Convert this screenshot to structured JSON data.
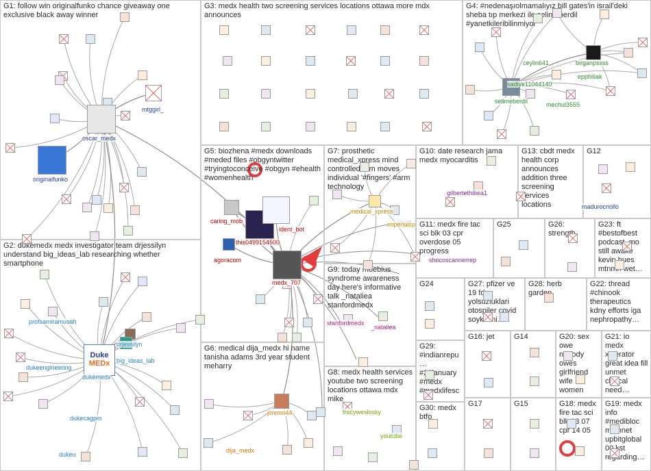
{
  "groups": [
    {
      "id": "G1",
      "title": "G1: follow win originalfunko chance giveaway one exclusive black away winner"
    },
    {
      "id": "G2",
      "title": "G2: dukemedx medx investigator team drjessilyn understand big_ideas_lab researching whether smartphone"
    },
    {
      "id": "G3",
      "title": "G3: medx health two screening services locations ottawa more mdx announces"
    },
    {
      "id": "G4",
      "title": "G4: #nedenaşıolmamalıyız bill gates'in israil'deki sheba tıp merkezi ile selimeberdil #yanetkileribilinmiyor"
    },
    {
      "id": "G5",
      "title": "G5: biozhena #medx downloads #meded files #obgyntwitter #tryingtoconceive #obgyn #ehealth #womenhealth"
    },
    {
      "id": "G6",
      "title": "G6: medical dija_medx hi name tanisha adams 3rd year student meharry"
    },
    {
      "id": "G7",
      "title": "G7: prosthetic medical_xpress mind controlled arm moves individual '#fingers' #arm technology"
    },
    {
      "id": "G8",
      "title": "G8: medx health services youtube two screening locations ottawa mdx mike"
    },
    {
      "id": "G9",
      "title": "G9: today moebius syndrome awareness day here's informative talk _nataliea stanfordmedx"
    },
    {
      "id": "G10",
      "title": "G10: date research jama medx myocarditis"
    },
    {
      "id": "G11",
      "title": "G11: medx fire tac sci blk 03 cpr overdose 05 progress"
    },
    {
      "id": "G12",
      "title": "G12"
    },
    {
      "id": "G13",
      "title": "G13: cbdt medx health corp announces addition three screening services locations"
    },
    {
      "id": "G14",
      "title": "G14"
    },
    {
      "id": "G15",
      "title": "G15"
    },
    {
      "id": "G16",
      "title": "G16: jet"
    },
    {
      "id": "G17",
      "title": "G17"
    },
    {
      "id": "G18",
      "title": "G18: medx fire tac sci blk 03 07 cpr 14 05"
    },
    {
      "id": "G19",
      "title": "G19: medx info #medibloc mainnet upbitglobal 00 kst regarding…"
    },
    {
      "id": "G20",
      "title": "G20: sex owe nobody owes girlfriend wife women"
    },
    {
      "id": "G21",
      "title": "G21: io medx xelerator great idea fill unmet clinical need…"
    },
    {
      "id": "G22",
      "title": "G22: thread #chinook therapeutics kdny efforts iga nephropathy…"
    },
    {
      "id": "G23",
      "title": "G23: ft #bestofbest podcast_mo still awake kevin hues mtnmn wet…"
    },
    {
      "id": "G24",
      "title": "G24"
    },
    {
      "id": "G25",
      "title": "G25"
    },
    {
      "id": "G26",
      "title": "G26: strength"
    },
    {
      "id": "G27",
      "title": "G27: pfizer ve 19 fda yolsuzluklari otospiler covid soykirimi…"
    },
    {
      "id": "G28",
      "title": "G28: herb garden"
    },
    {
      "id": "G29",
      "title": "G29: #indianrepu… #26january #medx #medxlifesc…"
    },
    {
      "id": "G30",
      "title": "G30: medx btfo"
    }
  ],
  "labels": [
    {
      "id": "oscar_medx",
      "text": "oscar_medx",
      "color": "#1f3f8f"
    },
    {
      "id": "originalfunko",
      "text": "originalfunko",
      "color": "#1f3f8f"
    },
    {
      "id": "mtggirl_",
      "text": "mtggirl_",
      "color": "#1f3f8f"
    },
    {
      "id": "profsamiramusah",
      "text": "profsamiramusah",
      "color": "#2a7fc0"
    },
    {
      "id": "drjessilyn",
      "text": "drjessilyn",
      "color": "#2a7fc0"
    },
    {
      "id": "big_ideas_lab",
      "text": "big_ideas_lab",
      "color": "#2a7fc0"
    },
    {
      "id": "dukeengineering",
      "text": "dukeengineering",
      "color": "#2a7fc0"
    },
    {
      "id": "dukemedx",
      "text": "dukemedx",
      "color": "#2a7fc0"
    },
    {
      "id": "dukecagpm",
      "text": "dukecagpm",
      "color": "#2a7fc0"
    },
    {
      "id": "dukeu",
      "text": "dukeu",
      "color": "#2a7fc0"
    },
    {
      "id": "selimeberdil",
      "text": "selimeberdil",
      "color": "#2e8b2e"
    },
    {
      "id": "ceylin641",
      "text": "ceylin641",
      "color": "#2e8b2e"
    },
    {
      "id": "sadiye11044140",
      "text": "sadiye11044140",
      "color": "#2e8b2e"
    },
    {
      "id": "birganpssss",
      "text": "birganpssss",
      "color": "#2e8b2e"
    },
    {
      "id": "epphiliak",
      "text": "epphiliak",
      "color": "#2e8b2e"
    },
    {
      "id": "mechul3555",
      "text": "mechul3555",
      "color": "#2e8b2e"
    },
    {
      "id": "caring_mob",
      "text": "caring_mob",
      "color": "#c00000"
    },
    {
      "id": "ident_bot",
      "text": "ident_bot",
      "color": "#c00000"
    },
    {
      "id": "this0499154500",
      "text": "this0499154500",
      "color": "#c00000"
    },
    {
      "id": "agoracom",
      "text": "agoracom",
      "color": "#c00000"
    },
    {
      "id": "medx_707",
      "text": "medx_707",
      "color": "#c00000"
    },
    {
      "id": "medical_xpress",
      "text": "medical_xpress",
      "color": "#c09000"
    },
    {
      "id": "imperialsp",
      "text": "imperialsp",
      "color": "#c09000"
    },
    {
      "id": "jimmm44",
      "text": "jimmm44",
      "color": "#d47a00"
    },
    {
      "id": "dija_medx",
      "text": "dija_medx",
      "color": "#d47a00"
    },
    {
      "id": "gilbertethibea1",
      "text": "gilbertethibea1",
      "color": "#7a2a8a"
    },
    {
      "id": "shocoscannerrep",
      "text": "shocoscannerrep",
      "color": "#7a2a8a"
    },
    {
      "id": "stanfordmedx",
      "text": "stanfordmedx",
      "color": "#b0207a"
    },
    {
      "id": "_nataliea",
      "text": "_nataliea",
      "color": "#b0207a"
    },
    {
      "id": "tracyweslosky",
      "text": "tracyweslosky",
      "color": "#7aa800"
    },
    {
      "id": "youtube",
      "text": "youtube",
      "color": "#7aa800"
    },
    {
      "id": "madurocriollo",
      "text": "madurocriollo",
      "color": "#1f3f8f"
    }
  ]
}
